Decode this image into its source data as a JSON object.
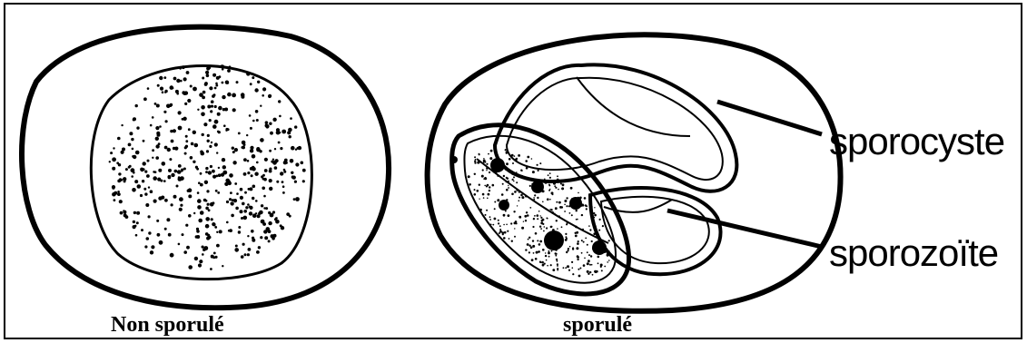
{
  "captions": {
    "left": "Non sporulé",
    "right": "sporulé"
  },
  "labels": {
    "sporocyst": "sporocyste",
    "sporozoite": "sporozoïte"
  }
}
